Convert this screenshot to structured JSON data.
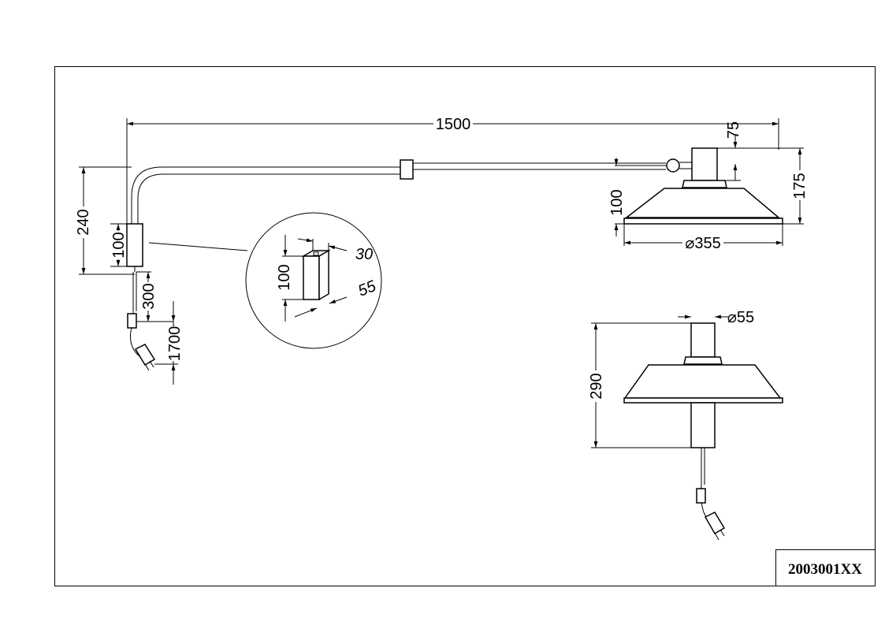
{
  "drawing": {
    "part_number": "2003001XX",
    "dimensions": {
      "total_length": "1500",
      "head_height_top": "75",
      "head_height_total": "175",
      "shade_drop": "100",
      "shade_diameter": "⌀355",
      "mount_height": "240",
      "mount_block": "100",
      "cable_to_switch": "300",
      "cable_length": "1700",
      "detail_width": "30",
      "detail_height": "100",
      "detail_depth": "55",
      "socket_diameter": "⌀55",
      "lamp_height": "290"
    }
  }
}
